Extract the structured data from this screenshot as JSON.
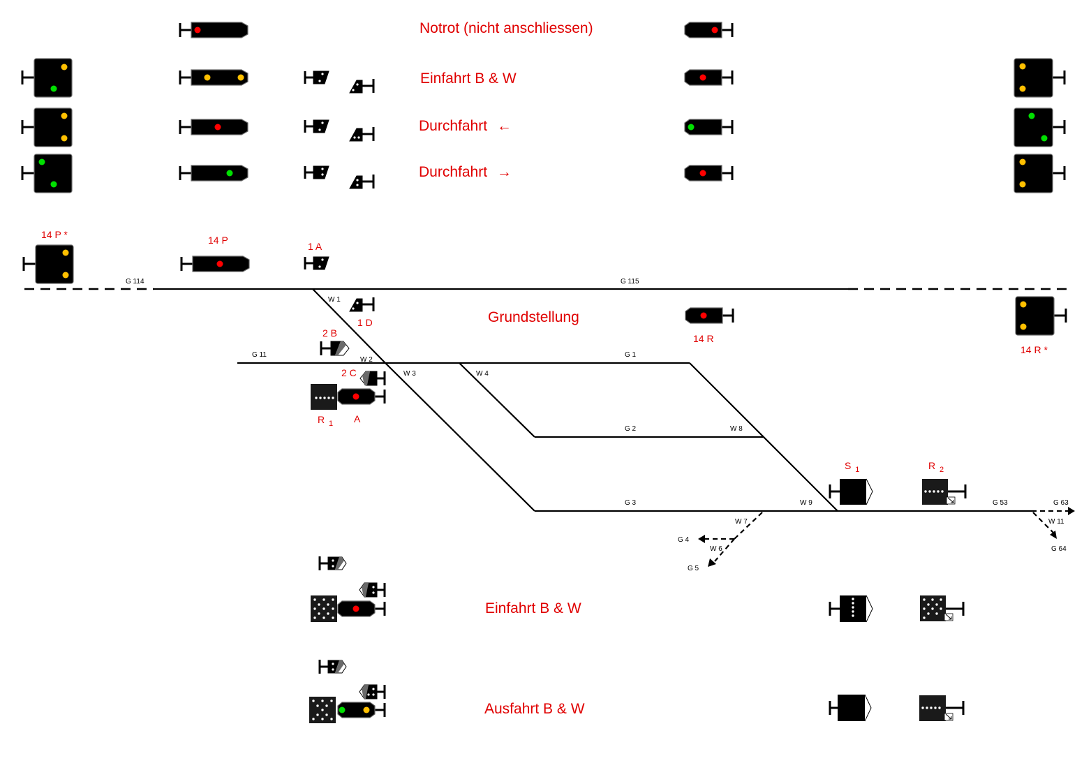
{
  "rows": {
    "notrot": "Notrot  (nicht anschliessen)",
    "einfahrt_top": "Einfahrt  B & W",
    "durchfahrt_left": "Durchfahrt",
    "durchfahrt_right": "Durchfahrt",
    "grundstellung": "Grundstellung",
    "einfahrt_bottom": "Einfahrt  B & W",
    "ausfahrt_bottom": "Ausfahrt  B & W"
  },
  "arrows": {
    "left": "←",
    "right": "→"
  },
  "signal_labels": {
    "s14p_star": "14 P *",
    "s14p": "14 P",
    "s1a": "1 A",
    "s1d": "1 D",
    "s14r": "14 R",
    "s14r_star": "14 R *",
    "s2b": "2 B",
    "s2c": "2 C",
    "r1": "R",
    "r1_sub": "1",
    "a": "A",
    "s1": "S",
    "s1_sub": "1",
    "r2": "R",
    "r2_sub": "2"
  },
  "track_labels": {
    "g114": "G 114",
    "g115": "G 115",
    "w1": "W 1",
    "g11": "G 11",
    "w2": "W 2",
    "g1": "G 1",
    "w3": "W 3",
    "w4": "W 4",
    "g2": "G 2",
    "w8": "W 8",
    "g3": "G 3",
    "w9": "W 9",
    "w7": "W 7",
    "g4": "G 4",
    "w6": "W 6",
    "g5": "G 5",
    "g53": "G 53",
    "g63": "G 63",
    "w11": "W 11",
    "g64": "G 64"
  },
  "colors": {
    "text_red": "#e00000",
    "lamp_red": "#ff0000",
    "lamp_yellow": "#ffc000",
    "lamp_green": "#00e000",
    "signal_body": "#000000"
  }
}
